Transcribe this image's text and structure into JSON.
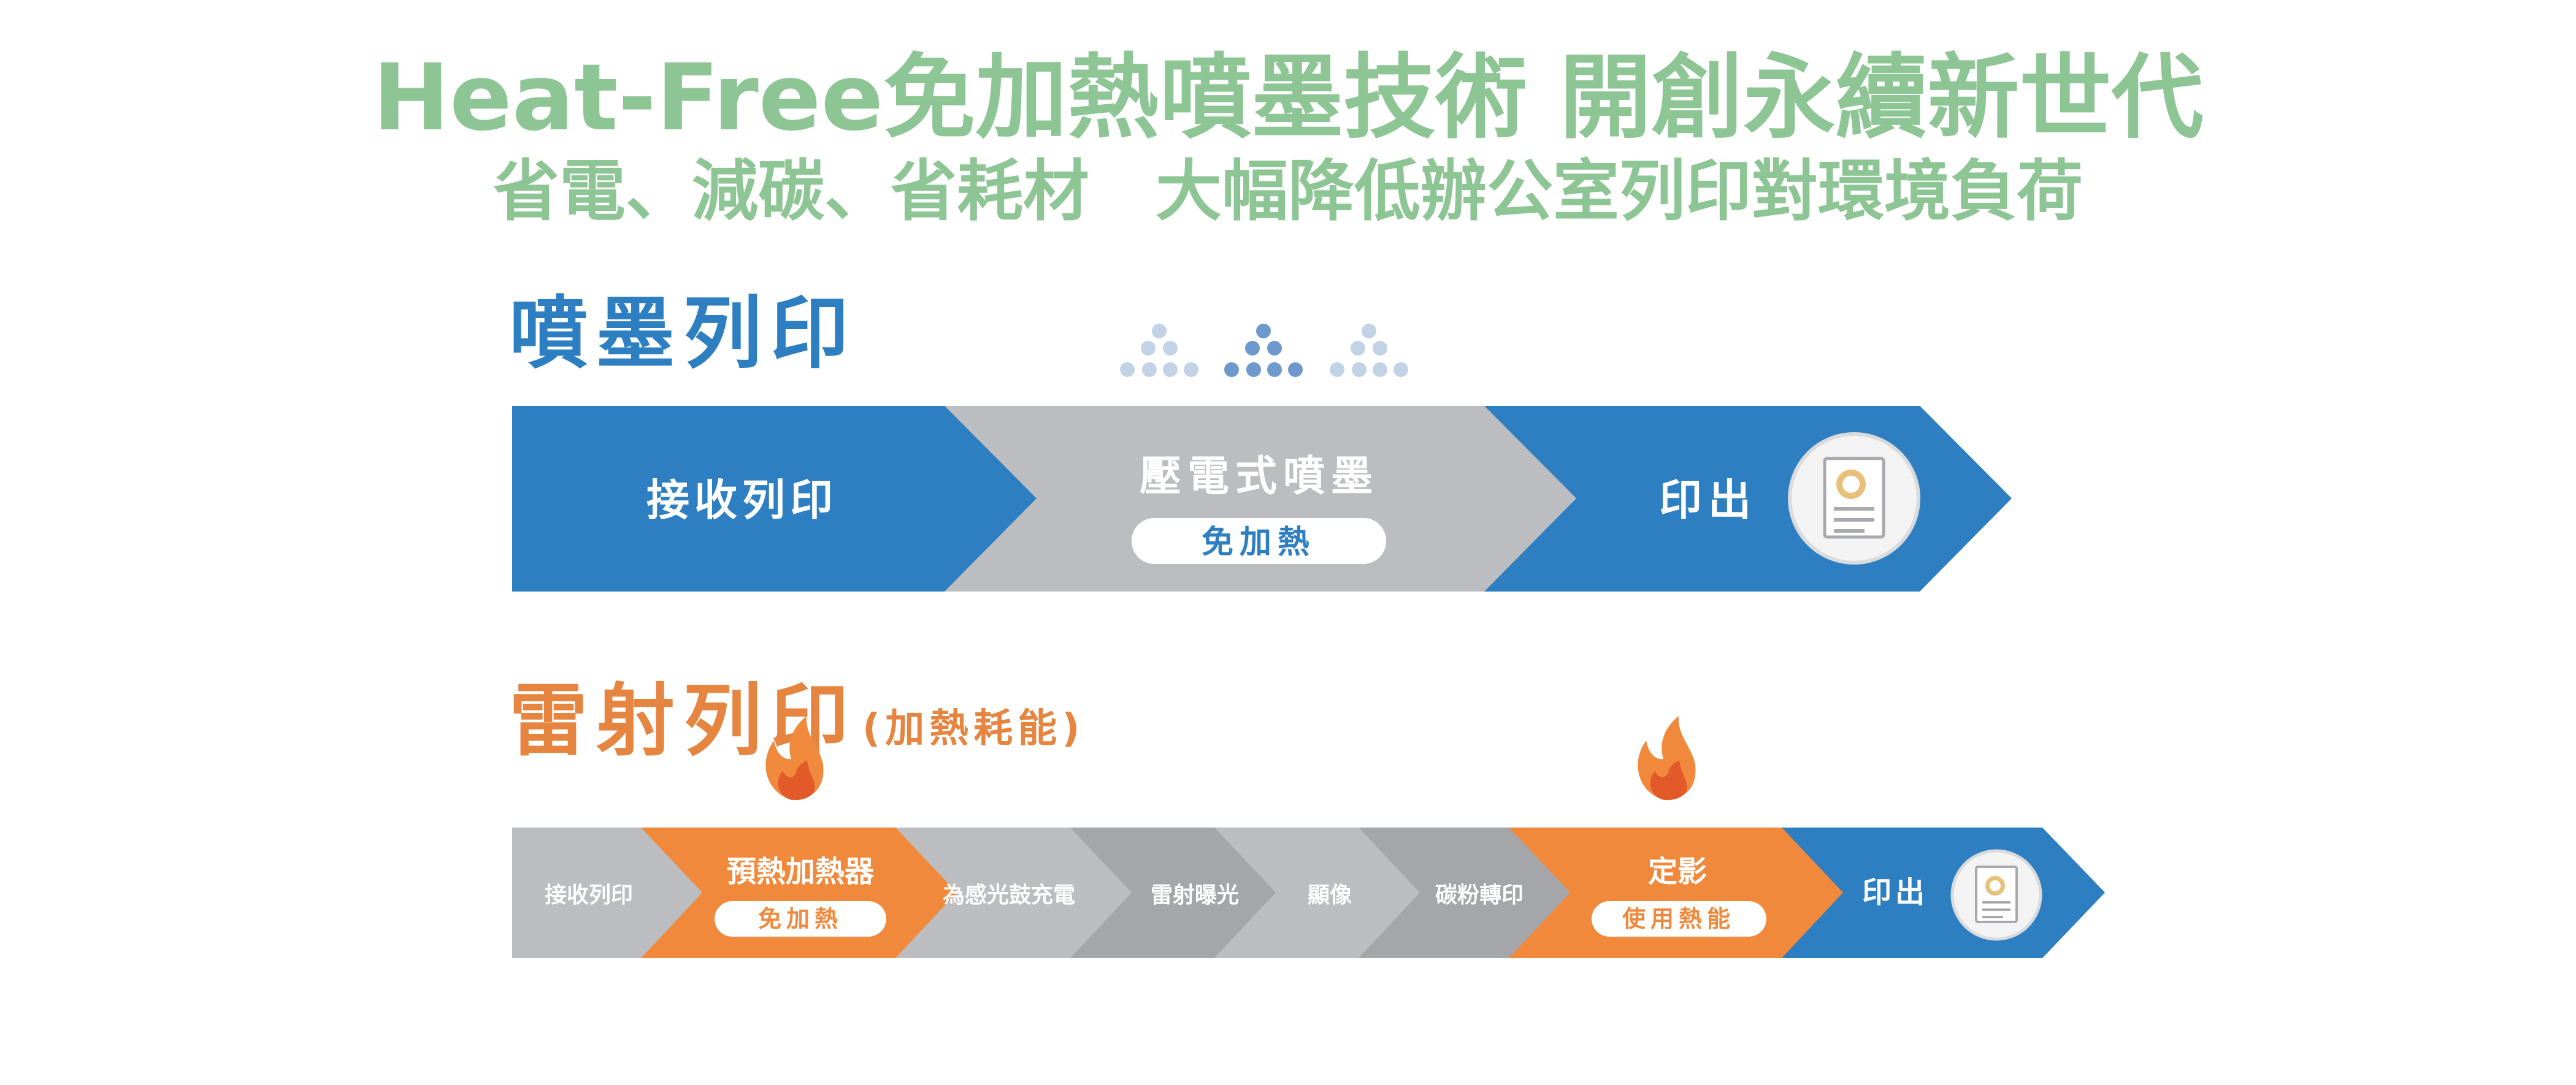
{
  "header": {
    "title": "Heat-Free免加熱噴墨技術 開創永續新世代",
    "subtitle": "省電、減碳、省耗材　大幅降低辦公室列印對環境負荷"
  },
  "inkjet": {
    "title": "噴墨列印",
    "steps": [
      {
        "label": "接收列印"
      },
      {
        "label": "壓電式噴墨",
        "badge": "免加熱"
      },
      {
        "label": "印出"
      }
    ]
  },
  "laser": {
    "title": "雷射列印",
    "note": "(加熱耗能)",
    "steps": [
      {
        "label": "接收列印"
      },
      {
        "label": "預熱加熱器",
        "badge": "免加熱"
      },
      {
        "label": "為感光鼓充電"
      },
      {
        "label": "雷射曝光"
      },
      {
        "label": "顯像"
      },
      {
        "label": "碳粉轉印"
      },
      {
        "label": "定影",
        "badge": "使用熱能"
      },
      {
        "label": "印出"
      }
    ]
  },
  "colors": {
    "title_green": "#8ec594",
    "inkjet_blue": "#2e7fc1",
    "laser_orange": "#f0893b",
    "step_gray": "#bcbdc0",
    "step_gray_dark": "#a5a6a9",
    "icon_fill": "#f3f3f4"
  }
}
